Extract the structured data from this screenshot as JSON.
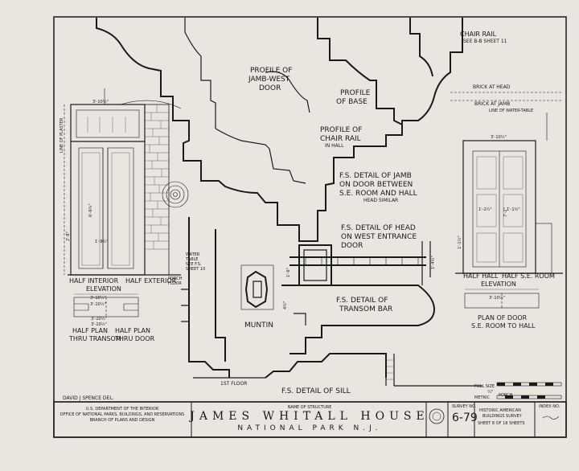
{
  "labels": {
    "profile_jamb_west_door": [
      "PROFILE OF",
      "JAMB-WEST",
      "DOOR"
    ],
    "profile_base": [
      "PROFILE",
      "OF BASE"
    ],
    "profile_chair_rail": [
      "PROFILE OF",
      "CHAIR RAIL",
      "IN HALL"
    ],
    "chair_rail_ref": [
      "CHAIR RAIL",
      "SEE B-B SHEET 11"
    ],
    "brick_at_head": "BRICK AT HEAD",
    "brick_at_jamb": "BRICK AT JAMB",
    "line_of_water_table": "LINE OF WATER-TABLE",
    "fs_detail_jamb": [
      "F.S. DETAIL OF JAMB",
      "ON DOOR BETWEEN",
      "S.E. ROOM AND HALL",
      "HEAD SIMILAR"
    ],
    "fs_detail_head": [
      "F.S. DETAIL OF HEAD",
      "ON WEST ENTRANCE",
      "DOOR"
    ],
    "fs_detail_transom": [
      "F.S. DETAIL OF",
      "TRANSOM BAR"
    ],
    "muntin": "MUNTIN",
    "first_floor": "1ST FLOOR",
    "fs_detail_sill": "F.S. DETAIL OF SILL",
    "line_of_plaster": "LINE OF PLASTER",
    "half_interior": [
      "HALF INTERIOR",
      "HALF EXTERIOR"
    ],
    "elevation": "ELEVATION",
    "water_table": [
      "WATER",
      "TABLE",
      "SEE F.S.",
      "SHEET 10"
    ],
    "porch_floor": [
      "PORCH",
      "FLOOR"
    ],
    "half_plan_transom": [
      "HALF PLAN",
      "THRU TRANSOM"
    ],
    "half_plan_door": [
      "HALF PLAN",
      "THRU DOOR"
    ],
    "half_hall_se": [
      "HALF HALL",
      "HALF S.E. ROOM"
    ],
    "plan_of_door": [
      "PLAN OF DOOR",
      "S.E. ROOM TO HALL"
    ],
    "porch": "PORCH",
    "dims_left": [
      "3'-10½\"",
      "3'-10½\"",
      "3'-10½\"",
      "6'-6¾\"",
      "2'-8\"",
      "1'-9½\"",
      "3'-10½\"",
      "3'-10½\""
    ],
    "dims_right": [
      "3'-10½\"",
      "7'-2\"",
      "1'-2½\"",
      "1'-1½\"",
      "3'-10½\"",
      "1'-1½\""
    ],
    "dims_center": [
      "1'-6\"",
      "1'-4½\"",
      "4½\""
    ]
  },
  "scale": {
    "full_size": "FULL SIZE",
    "ratio": "¼\"",
    "metric": "METRIC"
  },
  "title_block": {
    "delineator": "DAVID J SPENCE  DEL.",
    "agency": [
      "U.S. DEPARTMENT OF THE INTERIOR",
      "OFFICE OF NATIONAL PARKS, BUILDINGS, AND RESERVATIONS",
      "BRANCH OF PLANS AND DESIGN"
    ],
    "name_caption": "NAME OF STRUCTURE",
    "title": "JAMES WHITALL HOUSE",
    "location": "NATIONAL  PARK  N.J.",
    "survey_label": "SURVEY NO.",
    "survey_no": "6-79",
    "habs": [
      "HISTORIC AMERICAN",
      "BUILDINGS SURVEY"
    ],
    "sheet_word": "SHEET",
    "sheet_no": "8",
    "of_word": "OF",
    "sheet_total": "18",
    "sheets_word": "SHEETS",
    "index_label": "INDEX NO."
  }
}
